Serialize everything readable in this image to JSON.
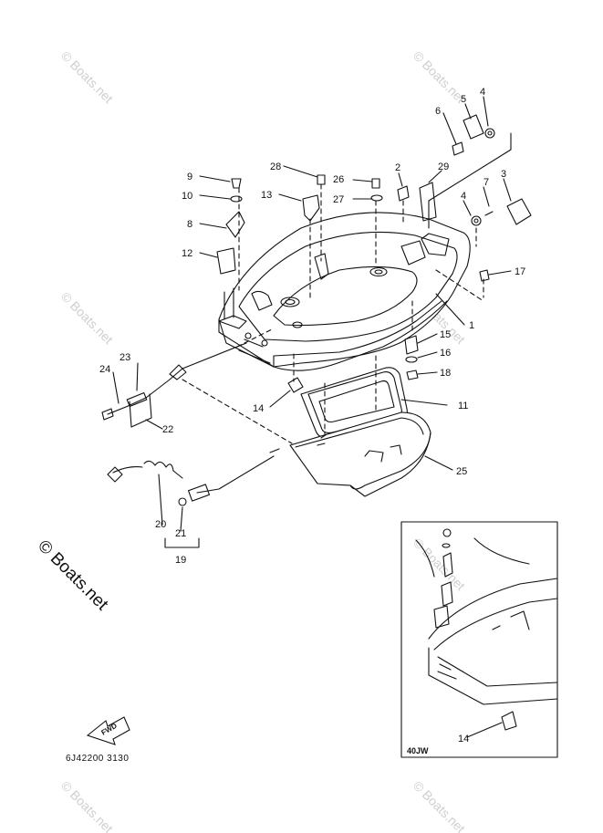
{
  "watermark": {
    "small_text": "© Boats.net",
    "large_text": "© Boats.net"
  },
  "diagram": {
    "code": "6J42200 3130",
    "variant_label": "40JW",
    "fwd_label": "FWD"
  },
  "callouts": {
    "c1": "1",
    "c2": "2",
    "c3": "3",
    "c4a": "4",
    "c4b": "4",
    "c5": "5",
    "c6": "6",
    "c7": "7",
    "c8": "8",
    "c9": "9",
    "c10": "10",
    "c11": "11",
    "c12": "12",
    "c13": "13",
    "c14": "14",
    "c14b": "14",
    "c15": "15",
    "c16": "16",
    "c17": "17",
    "c18": "18",
    "c19": "19",
    "c20": "20",
    "c21": "21",
    "c22": "22",
    "c23": "23",
    "c24": "24",
    "c25": "25",
    "c26": "26",
    "c27": "27",
    "c28": "28",
    "c29": "29"
  }
}
